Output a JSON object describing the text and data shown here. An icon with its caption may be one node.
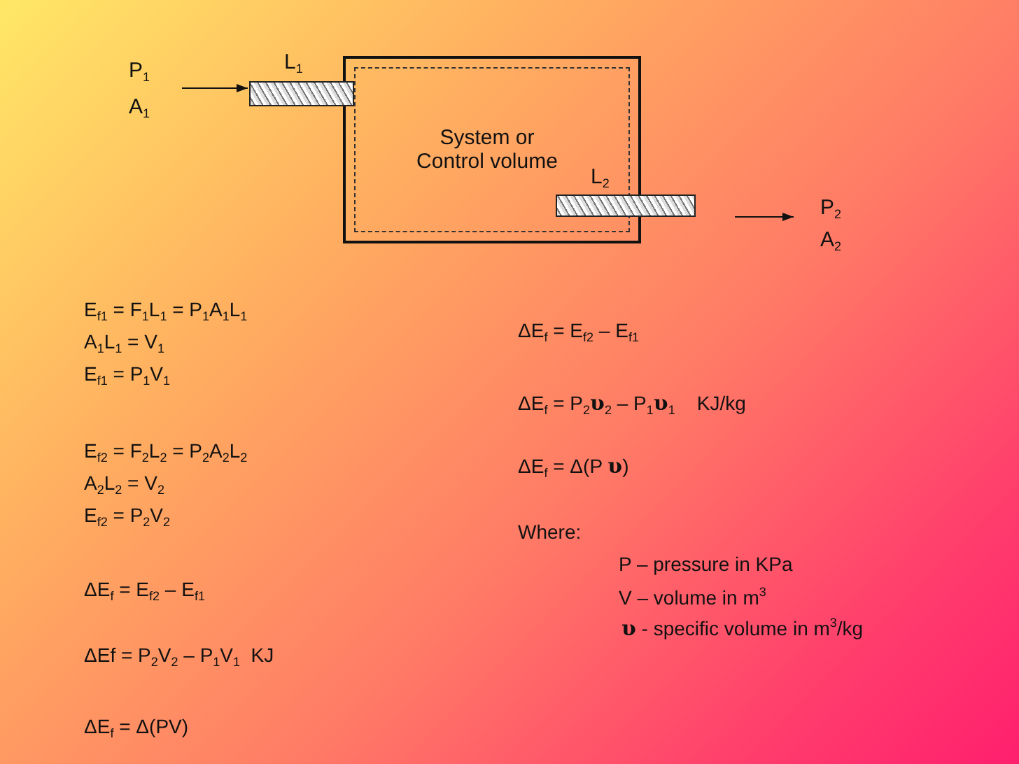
{
  "diagram": {
    "nodes": [
      {
        "text": [
          "System or Control volume"
        ]
      },
      {
        "text": [
          "L$_{1}$"
        ]
      },
      {
        "text": [],
        "shape": "bar"
      }
    ],
    "labels": [
      "L$_{2}$",
      "P$_{1}$",
      "A$_{1}$",
      "P$_{2}$",
      "A$_{2}$",
      "E$_{f1}$ = F$_{1}$L$_{1}$ = P$_{1}$A$_{1}$L$_{1}$",
      "A$_{1}$L$_{1}$ = V$_{1}$",
      "E$_{f1}$ = P$_{1}$V$_{1}$",
      "E$_{f2}$ = F$_{2}$L$_{2}$ = P$_{2}$A$_{2}$L$_{2}$",
      "A$_{2}$L$_{2}$ = V$_{2}$",
      "E$_{f2}$ = P$_{2}$V$_{2}$",
      "ΔE$_{f}$ = E$_{f2}$ – E$_{f1}$",
      "ΔEf = P$_{2}$V$_{2}$ – P$_{1}$V$_{1}$  KJ",
      "ΔE$_{f}$ = Δ(PV)",
      "ΔE$_{f}$ = E$_{f2}$ – E$_{f1}$",
      "ΔE$_{f}$ = P$_{2}$**υ**$_{2}$ – P$_{1}$**υ**$_{1}$    KJ/kg",
      "ΔE$_{f}$ = Δ(P **υ**)",
      "Where:",
      "P – pressure in KPa",
      "V – volume in m$^{3}$",
      "**υ** - specific volume in m$^{3}$/kg"
    ]
  }
}
